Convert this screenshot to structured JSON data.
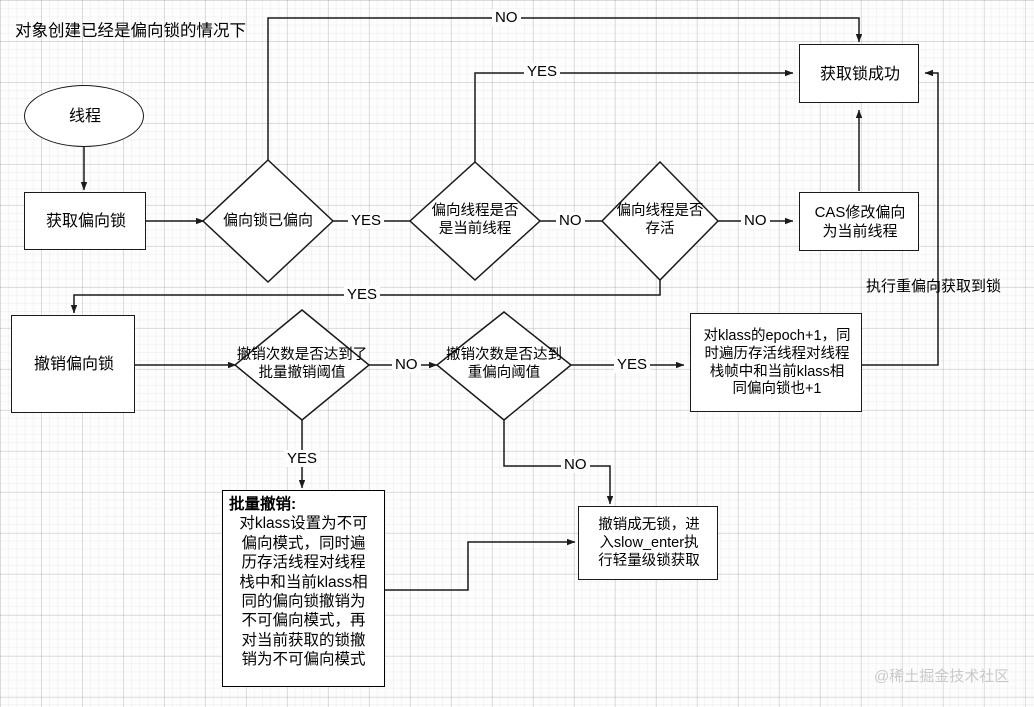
{
  "diagram": {
    "title_note": "对象创建已经是偏向锁的情况下",
    "side_note": "执行重偏向获取到锁",
    "watermark": "@稀土掘金技术社区"
  },
  "nodes": {
    "thread": {
      "label": "线程",
      "shape": "ellipse"
    },
    "acquire_biased": {
      "label": "获取偏向锁",
      "shape": "box"
    },
    "is_biased": {
      "label": "偏向锁已偏向",
      "shape": "diamond"
    },
    "is_current_thread": {
      "label": "偏向线程是否\n是当前线程",
      "shape": "diamond"
    },
    "thread_alive": {
      "label": "偏向线程是否\n存活",
      "shape": "diamond"
    },
    "cas_modify": {
      "label": "CAS修改偏向\n为当前线程",
      "shape": "box"
    },
    "lock_success": {
      "label": "获取锁成功",
      "shape": "box"
    },
    "revoke_biased": {
      "label": "撤销偏向锁",
      "shape": "box"
    },
    "bulk_threshold": {
      "label": "撤销次数是否达到了\n批量撤销阈值",
      "shape": "diamond"
    },
    "rebias_threshold": {
      "label": "撤销次数是否达到\n重偏向阈值",
      "shape": "diamond"
    },
    "epoch_plus": {
      "label": "对klass的epoch+1，同\n时遍历存活线程对线程\n栈帧中和当前klass相\n同偏向锁也+1",
      "shape": "box"
    },
    "slow_enter": {
      "label": "撤销成无锁，进\n入slow_enter执\n行轻量级锁获取",
      "shape": "box"
    },
    "bulk_revoke_title": "批量撤销:",
    "bulk_revoke_body": "对klass设置为不可\n偏向模式，同时遍\n历存活线程对线程\n栈中和当前klass相\n同的偏向锁撤销为\n不可偏向模式，再\n对当前获取的锁撤\n销为不可偏向模式"
  },
  "edge_labels": {
    "is_biased_no": "NO",
    "is_biased_yes": "YES",
    "is_current_yes": "YES",
    "is_current_no": "NO",
    "alive_no": "NO",
    "alive_yes": "YES",
    "bulk_no": "NO",
    "bulk_yes": "YES",
    "rebias_yes": "YES",
    "rebias_no": "NO"
  },
  "colors": {
    "stroke": "#1a1a1a",
    "fill": "#ffffff",
    "background": "#fdfdfd",
    "grid": "#e6e6e6",
    "watermark": "#c9c9c9"
  }
}
